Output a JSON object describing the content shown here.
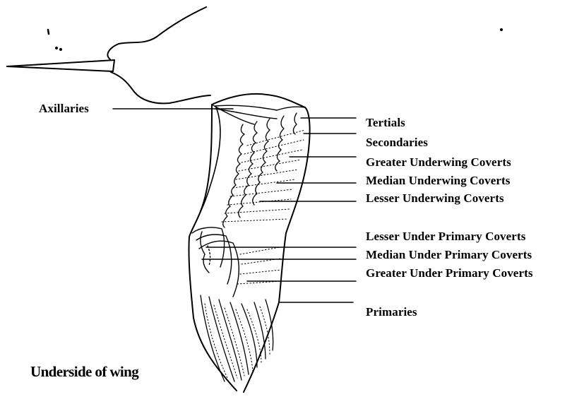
{
  "caption": "Underside of wing",
  "labels": {
    "axillaries": "Axillaries",
    "tertials": "Tertials",
    "secondaries": "Secondaries",
    "greater_underwing_coverts": "Greater Underwing Coverts",
    "median_underwing_coverts": "Median Underwing Coverts",
    "lesser_underwing_coverts": "Lesser Underwing Coverts",
    "lesser_under_primary_coverts": "Lesser Under Primary Coverts",
    "median_under_primary_coverts": "Median Under Primary Coverts",
    "greater_under_primary_coverts": "Greater Under Primary Coverts",
    "primaries": "Primaries"
  }
}
